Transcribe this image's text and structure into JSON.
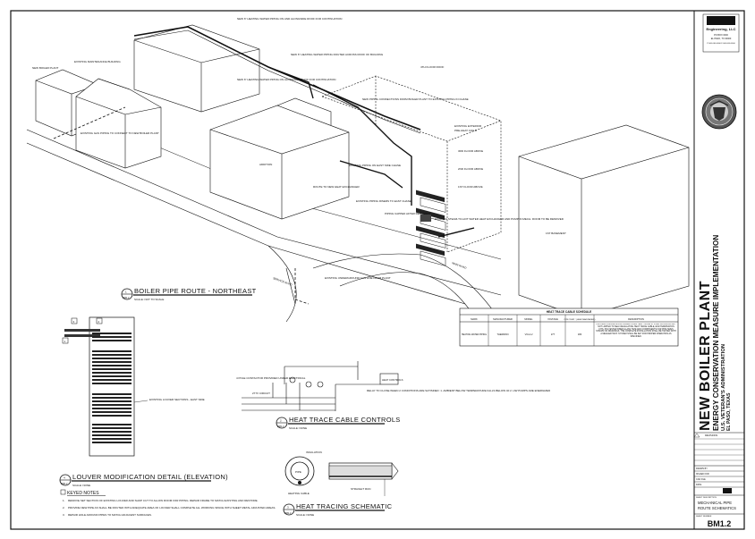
{
  "firm": {
    "name": "Engineering, LLC",
    "address_lines": [
      "PO BOX 0000",
      "EL PASO, TX 00000"
    ],
    "phone": "P 000.000.0000   F 000.000.0000"
  },
  "project": {
    "title": "NEW BOILER PLANT",
    "subtitle": "ENERGY CONSERVATION MEASURE IMPLEMENTATION",
    "client": "U.S. VETERAN'S ADMINISTRATION",
    "location": "EL PASO, TEXAS"
  },
  "sheet": {
    "description_lines": [
      "MECHANICAL PIPE",
      "ROUTE SCHEMATICS"
    ],
    "number": "BM1.2"
  },
  "views": {
    "route": {
      "title": "BOILER PIPE ROUTE - NORTHEAST",
      "scale": "SCALE: NOT TO SCALE",
      "num": "1",
      "sheet": "BM1.2"
    },
    "louver": {
      "title": "LOUVER MODIFICATION DETAIL (ELEVATION)",
      "scale": "SCALE: NONE",
      "num": "4",
      "sheet": "BM1.2"
    },
    "controls": {
      "title": "HEAT TRACE CABLE CONTROLS",
      "scale": "SCALE: NONE",
      "num": "2",
      "sheet": "BM1.2"
    },
    "tracing": {
      "title": "HEAT TRACING SCHEMATIC",
      "scale": "SCALE: NONE",
      "num": "3",
      "sheet": "BM1.2"
    }
  },
  "labels": {
    "new_boiler_plant": "NEW BOILER PLANT",
    "existing_maintenance": "EXISTING MAINTENANCE BUILDING",
    "existing_gas": "EXISTING GAS PIPING TO CONNECT TO NEW BOILER PLANT",
    "pipe_routing_1": "NEW 6\" HEATING WATER PIPING ON AND ALONGSIDE ROOF FOR CONTINUATION",
    "pipe_routing_2": "NEW 6\" HEATING WATER PIPING ROUTED ACROSS ROOF OF BUILDING",
    "pipe_routing_3": "NEW 6\" HEATING WATER PIPING ON ALONGSIDE ROOF FOR CONTINUATION",
    "new_piping_conn": "NEW PIPING CONNECTIONS FROM BOILER PLANT TO EXISTING PIPING IN CHASE",
    "fourth_floor_roof": "4TH FLOOR ROOF",
    "pre_heat": "PRE-HEAT COILS",
    "existing_chase": "EXISTING EXTERIOR",
    "third_floor": "3RD FLOOR ABOVE",
    "second_floor": "2ND FLOOR ABOVE",
    "first_floor": "1ST FLOOR ABOVE",
    "addition": "ADDITION",
    "existing_piping_east": "EXISTING PIPING ON EAST SIDE CHASE",
    "route_new": "ROUTE TO NEW HEAT EXCHANGER",
    "existing_piping_riser": "EXISTING PIPING RISERS TO EAST CHASE",
    "piping_capped": "PIPING CAPPED AFTER REMOVALS",
    "existing_steam": "EXISTING STEAM-TO-HOT WATER HEAT EXCHANGER AND PUMP IN MECH. ROOM TO BE REMOVED",
    "basement": "1ST BASEMENT",
    "existing_underground": "EXISTING UNDERGROUND GAS LINE FROM PLANT",
    "service_road": "SERVICE ROAD",
    "main_road": "MAIN ROAD",
    "existing_louver": "EXISTING LOUVER SECTIONS - EAST SIDE",
    "keyed_notes_title": "KEYED NOTES",
    "keyed_notes": [
      "REMOVE SET SECTION OF EXISTING LOUVER AND SHOP CUT TO ALLOW ROOM FOR PIPING. REPAIR FRAME TO MATCH EXISTING AND RESTORE.",
      "PROVIDE NEW PIPE AS SHALL BE ROUTED WITH ADEQUATE AREA OF LOUVER SHALL COMPLETE ALL WORKING SPACE WITH SHEET METAL ADJUSTED AREAS.",
      "REPAIR HOLE AROUND PIPES TO MATCH ADJACENT SURFACES."
    ],
    "controls_note_left": "4 POLE CONTACTOR PROVIDED UNDER ELECTRICAL",
    "controls_power": "277V CIRCUIT",
    "controls_box": "HEAT CONTROLS",
    "controls_note_right": "RELAY TO CLOSE WHEN 2 CONDITIONS ARE SATISFIED: 1. AMBIENT BELOW TEMPERATURE FALLS BELOW 40 2. HW PUMPS ARE ENERGIZED",
    "insulation": "INSULATION",
    "heating_cable": "HEATING CABLE",
    "pipe": "PIPE",
    "straight_run": "STRAIGHT RUN"
  },
  "schedule": {
    "title": "HEAT TRACE CABLE SCHEDULE",
    "headers": [
      "MARK",
      "MANUFACTURER",
      "MODEL",
      "VOLTAGE",
      "PIPE TEMP °\n(HEAT MAINTAINED)",
      "DESCRIPTION"
    ],
    "rows": [
      [
        "HEATING WATER PIPING",
        "THERMON",
        "VCL4-2",
        "277",
        "180",
        "PROVIDE COMPLETE AND OPERATIONAL HEAT TRACE SYSTEM INCLUDING BUT NOT LIMITED TO SELF REGULATING HEAT TRACE CABLE, END TERMINATION KITS, POLYESTER FIBER GLASS TAPE AND COMPONENTS FOR PIPE SIZES SHOWN ON DRAWINGS. THE COMPLETE INSTALLATION SHALL BE TESTED WITH A MEGGER TEST. SYSTEM SHALL BE SET FOR PROPER OPERATION AS SPECIFIED."
      ]
    ]
  },
  "titleblock": {
    "revisions": "REVISIONS",
    "rows": [
      "DRAWN BY",
      "ISSUED FOR",
      "CAD FILE",
      "DATE",
      "SHEET DESCRIPTION",
      "SHEET NUMBER"
    ]
  }
}
